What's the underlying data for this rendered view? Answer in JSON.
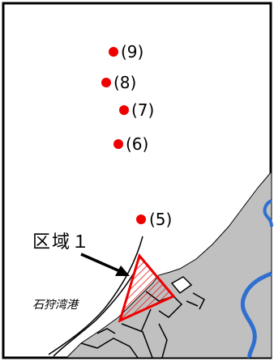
{
  "points": [
    {
      "label": "(9)"
    },
    {
      "label": "(8)"
    },
    {
      "label": "(7)"
    },
    {
      "label": "(6)"
    },
    {
      "label": "(5)"
    }
  ],
  "area_label": "区域１",
  "port_label": "石狩湾港",
  "colors": {
    "point": "#ee0000",
    "land": "#c0c0c0",
    "river": "#2f6fd0",
    "area_outline": "#ee0000",
    "frame": "#000000"
  }
}
